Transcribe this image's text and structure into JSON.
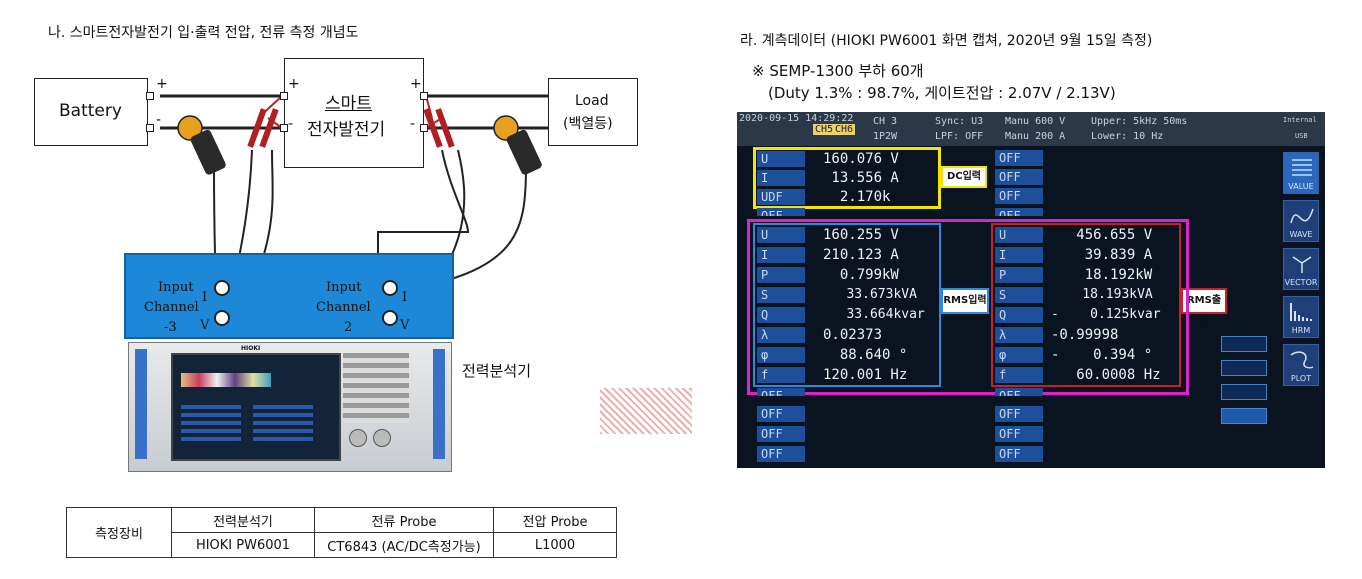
{
  "left": {
    "title": "나. 스마트전자발전기 입·출력 전압, 전류 측정 개념도",
    "battery": "Battery",
    "generator": {
      "line1": "스마트",
      "line2": "전자발전기"
    },
    "load": {
      "line1": "Load",
      "line2": "(백열등)"
    },
    "plus": "+",
    "minus": "-",
    "channel3": {
      "name_line1": "Input",
      "name_line2": "Channel",
      "num": "-3",
      "i": "I",
      "v": "V"
    },
    "channel2": {
      "name_line1": "Input",
      "name_line2": "Channel",
      "num": "2",
      "i": "I",
      "v": "V"
    },
    "analyzer_label": "전력분석기",
    "analyzer_brand": "HIOKI",
    "table": {
      "row_header": "측정장비",
      "headers": [
        "전력분석기",
        "전류 Probe",
        "전압 Probe"
      ],
      "values": [
        "HIOKI PW6001",
        "CT6843 (AC/DC측정가능)",
        "L1000"
      ]
    }
  },
  "right": {
    "title": "라. 계측데이터 (HIOKI PW6001 화면 캡쳐, 2020년 9월 15일 측정)",
    "semp": "※ SEMP-1300 부하 60개",
    "duty": "(Duty 1.3% : 98.7%, 게이트전압 : 2.07V / 2.13V)",
    "screen": {
      "datetime": "2020-09-15 14:29:22",
      "ch_tags": [
        "CH5",
        "CH6"
      ],
      "ch": "CH 3",
      "wiring": "1P2W",
      "sync": "Sync: U3",
      "lpf": "LPF: OFF",
      "manu1": "Manu 600 V",
      "manu2": "Manu 200 A",
      "upper": "Upper: 5kHz 50ms",
      "lower": "Lower: 10 Hz",
      "internal": "Internal",
      "usb": "USB",
      "dc_rows": [
        {
          "label": "U",
          "value": "160.076 V"
        },
        {
          "label": "I",
          "value": " 13.556 A"
        },
        {
          "label": "UDF",
          "value": "  2.170k"
        }
      ],
      "rms_in_rows": [
        {
          "label": "U",
          "value": "160.255 V"
        },
        {
          "label": "I",
          "value": "210.123 A"
        },
        {
          "label": "P",
          "value": "  0.799kW"
        },
        {
          "label": "S",
          "value": "   33.673kVA"
        },
        {
          "label": "Q",
          "value": "   33.664kvar"
        },
        {
          "label": "λ",
          "value": "0.02373"
        },
        {
          "label": "φ",
          "value": "  88.640 °"
        },
        {
          "label": "f",
          "value": "120.001 Hz"
        }
      ],
      "rms_out_rows": [
        {
          "label": "U",
          "value": "   456.655 V"
        },
        {
          "label": "I",
          "value": "    39.839 A"
        },
        {
          "label": "P",
          "value": "    18.192kW"
        },
        {
          "label": "S",
          "value": "    18.193kVA"
        },
        {
          "label": "Q",
          "value": "-    0.125kvar"
        },
        {
          "label": "λ",
          "value": "-0.99998"
        },
        {
          "label": "φ",
          "value": "-    0.394 °"
        },
        {
          "label": "f",
          "value": "   60.0008 Hz"
        }
      ],
      "off": "OFF",
      "callouts": {
        "dc": "DC입력",
        "rms_in": "RMS입력",
        "rms_out": "RMS출력"
      },
      "side_buttons": [
        "VALUE",
        "WAVE",
        "VECTOR",
        "HRM",
        "PLOT"
      ]
    }
  },
  "colors": {
    "dc_box": "#f2e600",
    "rms_box": "#e020c8",
    "rms_out_callout": "#c8202a",
    "panel_blue": "#1e88d8",
    "screen_bg": "#0a1420"
  }
}
